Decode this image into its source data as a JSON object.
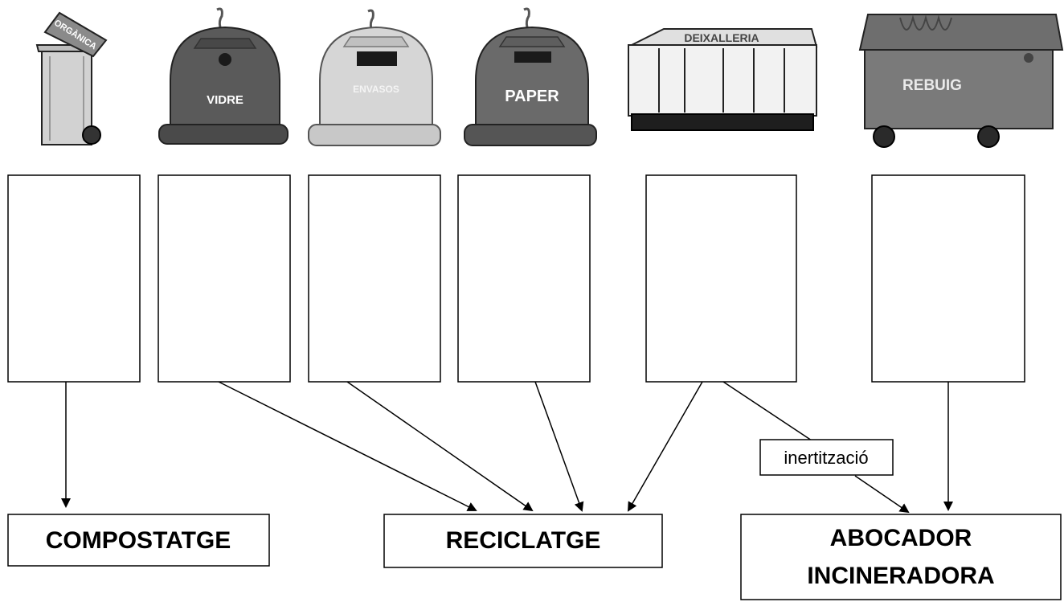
{
  "bins": {
    "organica": "ORGÀNICA",
    "vidre": "VIDRE",
    "envasos": "ENVASOS",
    "paper": "PAPER",
    "deixalleria": "DEIXALLERIA",
    "rebuig": "REBUIG"
  },
  "destinations": {
    "compostatge": "COMPOSTATGE",
    "reciclatge": "RECICLATGE",
    "abocador": "ABOCADOR",
    "incineradora": "INCINERADORA"
  },
  "process_label": "inertització",
  "colors": {
    "line": "#000000",
    "bin_dark": "#5a5a5a",
    "bin_light": "#d6d6d6",
    "bin_mid": "#707070"
  }
}
